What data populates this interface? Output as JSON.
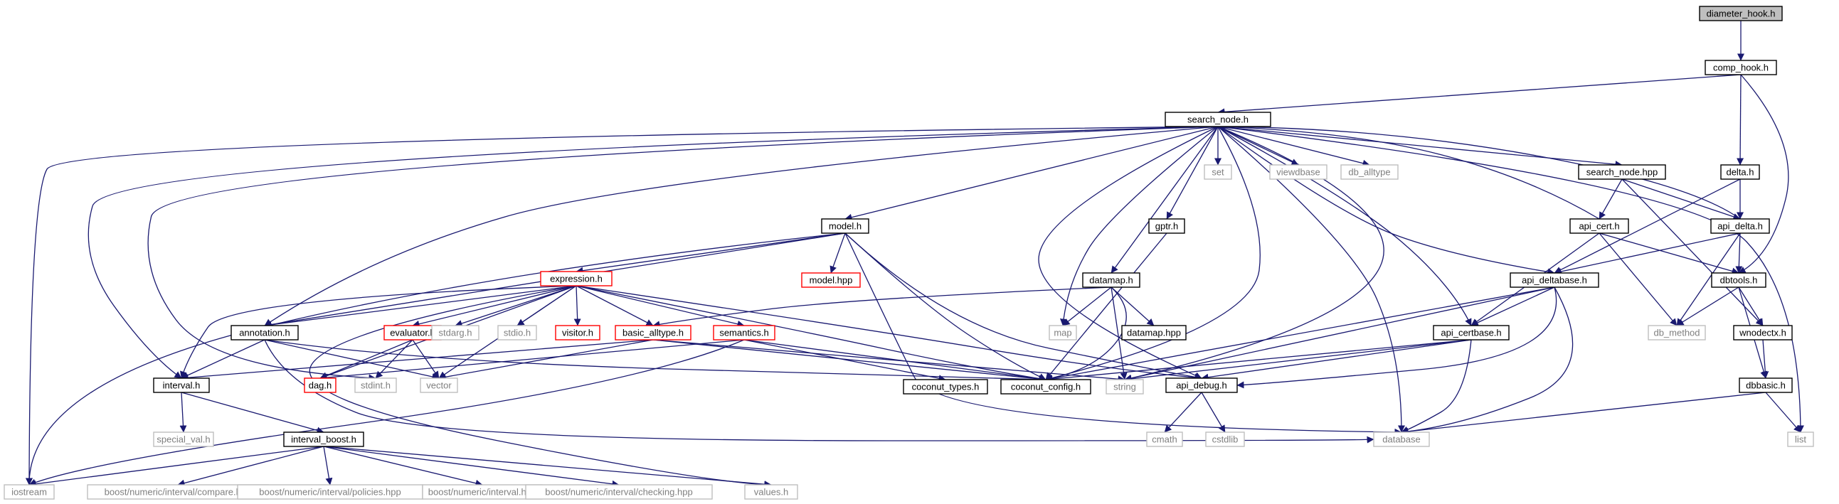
{
  "colors": {
    "edge": "#191970",
    "root_fill": "#bfbfbf",
    "normal_border": "#000000",
    "truncated_border": "#ff0000",
    "external_border": "#bfbfbf",
    "external_text": "#7f7f7f",
    "text": "#000000"
  },
  "nodes": [
    {
      "id": "diameter_hook",
      "label": "diameter_hook.h",
      "kind": "root"
    },
    {
      "id": "comp_hook",
      "label": "comp_hook.h",
      "kind": "normal"
    },
    {
      "id": "search_node",
      "label": "search_node.h",
      "kind": "normal"
    },
    {
      "id": "set",
      "label": "set",
      "kind": "external"
    },
    {
      "id": "viewdbase",
      "label": "viewdbase",
      "kind": "external"
    },
    {
      "id": "db_alltype",
      "label": "db_alltype",
      "kind": "external"
    },
    {
      "id": "search_node_hpp",
      "label": "search_node.hpp",
      "kind": "normal"
    },
    {
      "id": "delta",
      "label": "delta.h",
      "kind": "normal"
    },
    {
      "id": "model",
      "label": "model.h",
      "kind": "normal"
    },
    {
      "id": "gptr",
      "label": "gptr.h",
      "kind": "normal"
    },
    {
      "id": "api_cert",
      "label": "api_cert.h",
      "kind": "normal"
    },
    {
      "id": "api_delta",
      "label": "api_delta.h",
      "kind": "normal"
    },
    {
      "id": "model_hpp",
      "label": "model.hpp",
      "kind": "truncated"
    },
    {
      "id": "expression",
      "label": "expression.h",
      "kind": "truncated"
    },
    {
      "id": "datamap",
      "label": "datamap.h",
      "kind": "normal"
    },
    {
      "id": "api_deltabase",
      "label": "api_deltabase.h",
      "kind": "normal"
    },
    {
      "id": "dbtools",
      "label": "dbtools.h",
      "kind": "normal"
    },
    {
      "id": "annotation",
      "label": "annotation.h",
      "kind": "normal"
    },
    {
      "id": "evaluator",
      "label": "evaluator.h",
      "kind": "truncated"
    },
    {
      "id": "stdarg",
      "label": "stdarg.h",
      "kind": "external"
    },
    {
      "id": "stdio",
      "label": "stdio.h",
      "kind": "external"
    },
    {
      "id": "visitor",
      "label": "visitor.h",
      "kind": "truncated"
    },
    {
      "id": "basic_alltype",
      "label": "basic_alltype.h",
      "kind": "truncated"
    },
    {
      "id": "semantics",
      "label": "semantics.h",
      "kind": "truncated"
    },
    {
      "id": "map",
      "label": "map",
      "kind": "external"
    },
    {
      "id": "datamap_hpp",
      "label": "datamap.hpp",
      "kind": "normal"
    },
    {
      "id": "api_certbase",
      "label": "api_certbase.h",
      "kind": "normal"
    },
    {
      "id": "db_method",
      "label": "db_method",
      "kind": "external"
    },
    {
      "id": "wnodectx",
      "label": "wnodectx.h",
      "kind": "normal"
    },
    {
      "id": "interval",
      "label": "interval.h",
      "kind": "normal"
    },
    {
      "id": "dag",
      "label": "dag.h",
      "kind": "truncated"
    },
    {
      "id": "stdint",
      "label": "stdint.h",
      "kind": "external"
    },
    {
      "id": "vector",
      "label": "vector",
      "kind": "external"
    },
    {
      "id": "coconut_types",
      "label": "coconut_types.h",
      "kind": "normal"
    },
    {
      "id": "coconut_config",
      "label": "coconut_config.h",
      "kind": "normal"
    },
    {
      "id": "string",
      "label": "string",
      "kind": "external"
    },
    {
      "id": "api_debug",
      "label": "api_debug.h",
      "kind": "normal"
    },
    {
      "id": "dbbasic",
      "label": "dbbasic.h",
      "kind": "normal"
    },
    {
      "id": "special_val",
      "label": "special_val.h",
      "kind": "external"
    },
    {
      "id": "interval_boost",
      "label": "interval_boost.h",
      "kind": "normal"
    },
    {
      "id": "cmath",
      "label": "cmath",
      "kind": "external"
    },
    {
      "id": "cstdlib",
      "label": "cstdlib",
      "kind": "external"
    },
    {
      "id": "database",
      "label": "database",
      "kind": "external"
    },
    {
      "id": "list",
      "label": "list",
      "kind": "external"
    },
    {
      "id": "iostream",
      "label": "iostream",
      "kind": "external"
    },
    {
      "id": "b_compare",
      "label": "boost/numeric/interval/compare.hpp",
      "kind": "external"
    },
    {
      "id": "b_policies",
      "label": "boost/numeric/interval/policies.hpp",
      "kind": "external"
    },
    {
      "id": "b_interval",
      "label": "boost/numeric/interval.hpp",
      "kind": "external"
    },
    {
      "id": "b_checking",
      "label": "boost/numeric/interval/checking.hpp",
      "kind": "external"
    },
    {
      "id": "values",
      "label": "values.h",
      "kind": "external"
    }
  ],
  "edges": [
    [
      "diameter_hook",
      "comp_hook"
    ],
    [
      "comp_hook",
      "search_node"
    ],
    [
      "comp_hook",
      "delta"
    ],
    [
      "comp_hook",
      "dbtools"
    ],
    [
      "search_node",
      "set"
    ],
    [
      "search_node",
      "viewdbase"
    ],
    [
      "search_node",
      "db_alltype"
    ],
    [
      "search_node",
      "search_node_hpp"
    ],
    [
      "search_node",
      "model"
    ],
    [
      "search_node",
      "gptr"
    ],
    [
      "search_node",
      "datamap"
    ],
    [
      "search_node",
      "map"
    ],
    [
      "search_node",
      "annotation"
    ],
    [
      "search_node",
      "interval"
    ],
    [
      "search_node",
      "api_deltabase"
    ],
    [
      "search_node",
      "api_certbase"
    ],
    [
      "search_node",
      "coconut_config"
    ],
    [
      "search_node",
      "api_debug"
    ],
    [
      "search_node",
      "string"
    ],
    [
      "search_node",
      "database"
    ],
    [
      "search_node",
      "list"
    ],
    [
      "search_node",
      "iostream"
    ],
    [
      "search_node",
      "stdint"
    ],
    [
      "search_node_hpp",
      "api_cert"
    ],
    [
      "search_node_hpp",
      "api_delta"
    ],
    [
      "search_node_hpp",
      "wnodectx"
    ],
    [
      "delta",
      "api_delta"
    ],
    [
      "delta",
      "api_deltabase"
    ],
    [
      "api_cert",
      "search_node"
    ],
    [
      "api_cert",
      "dbtools"
    ],
    [
      "api_cert",
      "api_certbase"
    ],
    [
      "api_cert",
      "db_method"
    ],
    [
      "api_delta",
      "search_node"
    ],
    [
      "api_delta",
      "api_deltabase"
    ],
    [
      "api_delta",
      "dbtools"
    ],
    [
      "api_delta",
      "db_method"
    ],
    [
      "model",
      "model_hpp"
    ],
    [
      "model",
      "expression"
    ],
    [
      "model",
      "annotation"
    ],
    [
      "model",
      "coconut_config"
    ],
    [
      "model",
      "api_debug"
    ],
    [
      "model",
      "database"
    ],
    [
      "model",
      "iostream"
    ],
    [
      "gptr",
      "coconut_config"
    ],
    [
      "expression",
      "annotation"
    ],
    [
      "expression",
      "evaluator"
    ],
    [
      "expression",
      "stdarg"
    ],
    [
      "expression",
      "stdio"
    ],
    [
      "expression",
      "visitor"
    ],
    [
      "expression",
      "basic_alltype"
    ],
    [
      "expression",
      "semantics"
    ],
    [
      "expression",
      "interval"
    ],
    [
      "expression",
      "dag"
    ],
    [
      "expression",
      "coconut_config"
    ],
    [
      "expression",
      "api_debug"
    ],
    [
      "expression",
      "values"
    ],
    [
      "expression",
      "vector"
    ],
    [
      "datamap",
      "map"
    ],
    [
      "datamap",
      "datamap_hpp"
    ],
    [
      "datamap",
      "basic_alltype"
    ],
    [
      "datamap",
      "coconut_config"
    ],
    [
      "datamap",
      "string"
    ],
    [
      "api_deltabase",
      "api_certbase"
    ],
    [
      "api_deltabase",
      "coconut_config"
    ],
    [
      "api_deltabase",
      "api_debug"
    ],
    [
      "api_deltabase",
      "database"
    ],
    [
      "api_deltabase",
      "string"
    ],
    [
      "dbtools",
      "db_method"
    ],
    [
      "dbtools",
      "wnodectx"
    ],
    [
      "dbtools",
      "dbbasic"
    ],
    [
      "annotation",
      "interval"
    ],
    [
      "annotation",
      "vector"
    ],
    [
      "annotation",
      "database"
    ],
    [
      "annotation",
      "coconut_config"
    ],
    [
      "evaluator",
      "dag"
    ],
    [
      "evaluator",
      "stdint"
    ],
    [
      "evaluator",
      "vector"
    ],
    [
      "basic_alltype",
      "interval"
    ],
    [
      "basic_alltype",
      "vector"
    ],
    [
      "basic_alltype",
      "coconut_config"
    ],
    [
      "basic_alltype",
      "string"
    ],
    [
      "semantics",
      "coconut_types"
    ],
    [
      "semantics",
      "coconut_config"
    ],
    [
      "semantics",
      "iostream"
    ],
    [
      "semantics",
      "dag"
    ],
    [
      "api_certbase",
      "coconut_config"
    ],
    [
      "api_certbase",
      "api_debug"
    ],
    [
      "api_certbase",
      "database"
    ],
    [
      "api_certbase",
      "string"
    ],
    [
      "wnodectx",
      "dbbasic"
    ],
    [
      "dbbasic",
      "database"
    ],
    [
      "dbbasic",
      "list"
    ],
    [
      "interval",
      "special_val"
    ],
    [
      "interval",
      "interval_boost"
    ],
    [
      "interval_boost",
      "iostream"
    ],
    [
      "interval_boost",
      "b_compare"
    ],
    [
      "interval_boost",
      "b_policies"
    ],
    [
      "interval_boost",
      "b_interval"
    ],
    [
      "interval_boost",
      "b_checking"
    ],
    [
      "interval_boost",
      "values"
    ],
    [
      "api_debug",
      "cmath"
    ],
    [
      "api_debug",
      "cstdlib"
    ]
  ]
}
